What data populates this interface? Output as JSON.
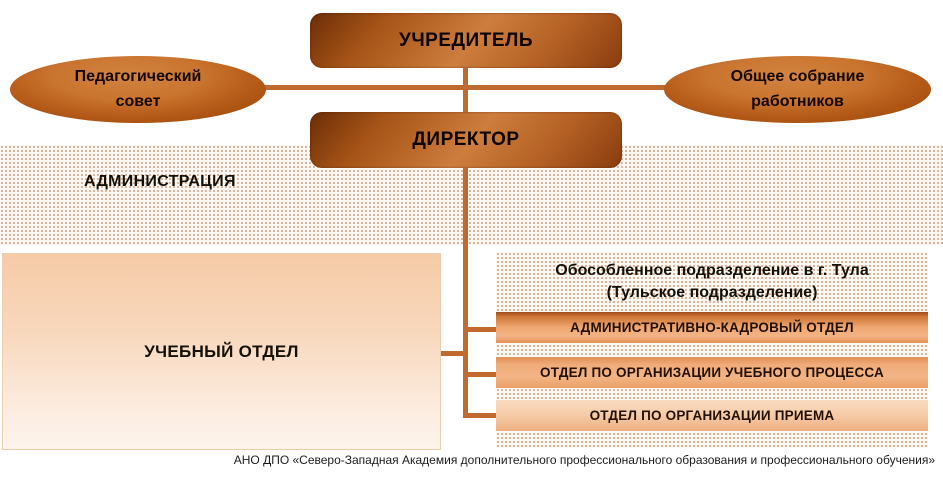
{
  "chart": {
    "founder": "УЧРЕДИТЕЛЬ",
    "council": "Педагогический совет",
    "assembly": "Общее собрание работников",
    "director": "ДИРЕКТОР",
    "administration": "АДМИНИСТРАЦИЯ",
    "study_department": "УЧЕБНЫЙ ОТДЕЛ",
    "tula": {
      "title_line1": "Обособленное подразделение в г. Тула",
      "title_line2": "(Тульское подразделение)",
      "departments": [
        "АДМИНИСТРАТИВНО-КАДРОВЫЙ ОТДЕЛ",
        "ОТДЕЛ ПО ОРГАНИЗАЦИИ УЧЕБНОГО ПРОЦЕССА",
        "ОТДЕЛ ПО ОРГАНИЗАЦИИ ПРИЕМА"
      ]
    },
    "footer": "АНО ДПО «Северо-Западная Академия дополнительного профессионального образования и профессионального обучения»"
  },
  "colors": {
    "connector": "#c06a2f",
    "node_dark": "#6b2d06",
    "node_light": "#cd7d3d",
    "dept_dark": "#cf7738",
    "dept_light": "#f6cda9",
    "dot_pattern": "#cfa183",
    "text": "#111111"
  }
}
